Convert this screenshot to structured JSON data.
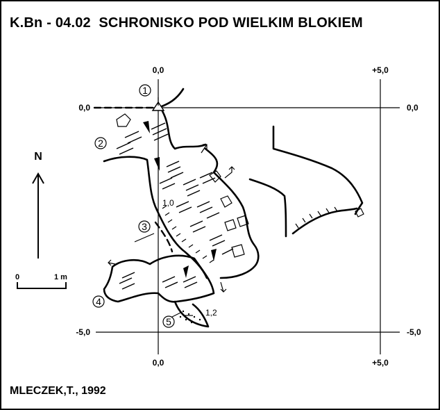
{
  "title": "K.Bn - 04.02  SCHRONISKO POD WIELKIM BLOKIEM",
  "author": "MLECZEK,T., 1992",
  "grid": {
    "x_labels_top": [
      "0,0",
      "+5,0"
    ],
    "x_labels_bottom": [
      "0,0",
      "+5,0"
    ],
    "y_labels_left": [
      "0,0",
      "-5,0"
    ],
    "y_labels_right": [
      "0,0",
      "-5,0"
    ]
  },
  "north_arrow": {
    "label": "N"
  },
  "scale_bar": {
    "start": "0",
    "end": "1 m"
  },
  "cross_section_points": [
    "1",
    "2",
    "3",
    "4",
    "5"
  ],
  "depth_labels": [
    "1,0",
    "1,2"
  ]
}
